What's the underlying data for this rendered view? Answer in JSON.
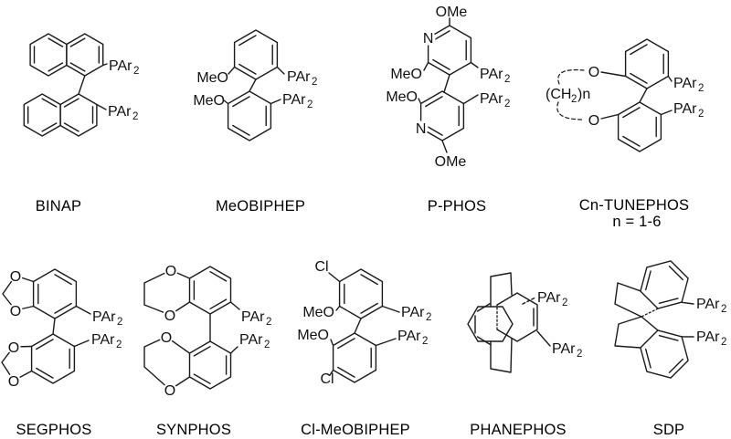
{
  "figure": {
    "background": "#ffffff",
    "ink": "#1a1a1a"
  },
  "tokens": {
    "par": "PAr",
    "sub2": "2",
    "meo": "MeO",
    "ome": "OMe",
    "oxygen": "O",
    "nitrogen": "N",
    "chlorine": "Cl",
    "chain_open": "(CH",
    "chain_close": ")n"
  },
  "ligands": [
    {
      "name": "BINAP"
    },
    {
      "name": "MeOBIPHEP"
    },
    {
      "name": "P-PHOS"
    },
    {
      "name": "Cn-TUNEPHOS",
      "note": "n = 1-6"
    },
    {
      "name": "SEGPHOS"
    },
    {
      "name": "SYNPHOS"
    },
    {
      "name": "Cl-MeOBIPHEP"
    },
    {
      "name": "PHANEPHOS"
    },
    {
      "name": "SDP"
    }
  ]
}
